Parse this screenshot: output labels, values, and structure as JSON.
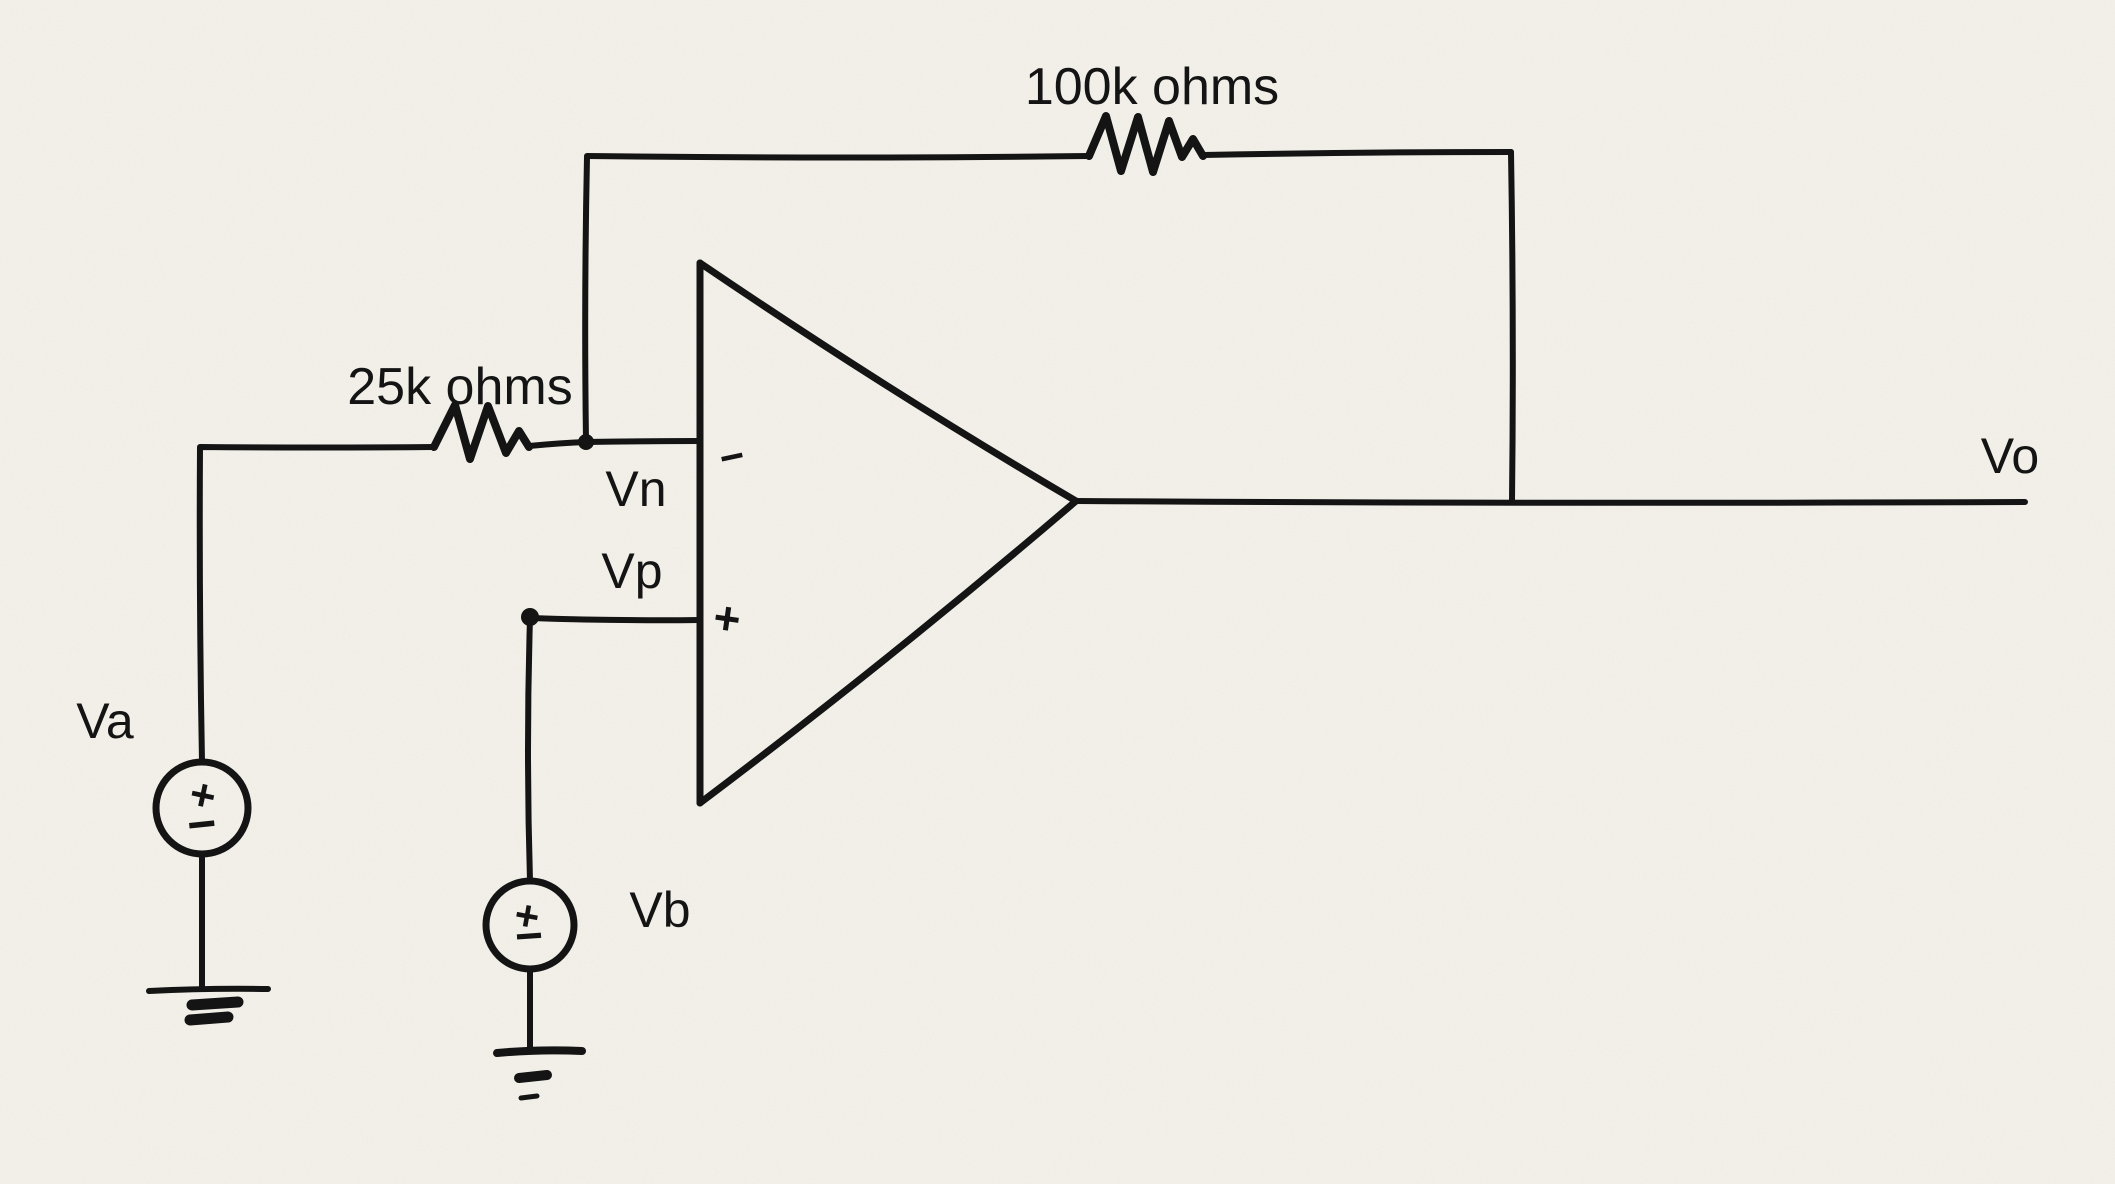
{
  "diagram": {
    "kind": "hand-drawn op-amp difference/inverting amplifier circuit",
    "paper_color": "#f3f1ea",
    "ink_color": "#141414",
    "labels": {
      "feedback_resistor": "100k ohms",
      "input_resistor": "25k ohms",
      "node_vn": "Vn",
      "node_vp": "Vp",
      "source_va": "Va",
      "source_vb": "Vb",
      "output_vo": "Vo"
    },
    "symbols": {
      "plus": "+",
      "minus": "−"
    }
  }
}
